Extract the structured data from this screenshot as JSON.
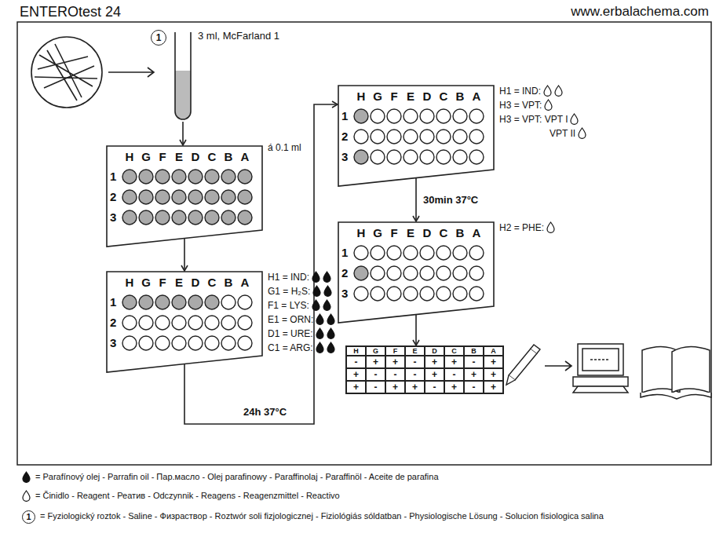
{
  "diagram": {
    "title": "ENTEROtest 24",
    "nodes": [
      {
        "text": [
          "1",
          "3 ml, McFarland 1"
        ]
      },
      {
        "text": [
          "H",
          "G",
          "F",
          "E",
          "D",
          "C",
          "B",
          "A",
          "1",
          "2",
          "3",
          "á 0.1 ml"
        ]
      },
      {
        "text": [
          "H",
          "G",
          "F",
          "E",
          "D",
          "C",
          "B",
          "A",
          "1",
          "2",
          "3",
          "H1 = IND:",
          "G1 = H₂S:",
          "F1 = LYS:",
          "E1 = ORN:",
          "D1 = URE:",
          "C1 = ARG:"
        ]
      },
      {
        "text": [
          "H",
          "G",
          "F",
          "E",
          "D",
          "C",
          "B",
          "A",
          "1",
          "2",
          "3",
          "H1 = IND:",
          "H3 = VPT:",
          "H3 = VPT: VPT I",
          "VPT II"
        ]
      },
      {
        "text": [
          "H",
          "G",
          "F",
          "E",
          "D",
          "C",
          "B",
          "A",
          "1",
          "2",
          "3",
          "H2 = PHE:"
        ]
      },
      {
        "text": [
          "H",
          "G",
          "F",
          "E",
          "D",
          "C",
          "B",
          "A",
          "-",
          "+",
          "+",
          "-",
          "+",
          "+",
          "-",
          "+",
          "+",
          "-",
          "-",
          "-",
          "+",
          "-",
          "+",
          "+",
          "+",
          "-",
          "+",
          "+",
          "-",
          "+",
          "-",
          "+"
        ]
      }
    ],
    "edges": [
      {
        "from": 0,
        "to": 1,
        "arrow": "to"
      },
      {
        "from": 1,
        "to": 2,
        "arrow": "to"
      },
      {
        "from": 2,
        "to": 3,
        "arrow": "to",
        "label": "24h 37°C"
      },
      {
        "from": 3,
        "to": 4,
        "arrow": "to",
        "label": "30min 37°C"
      },
      {
        "from": 4,
        "to": 5,
        "arrow": "to"
      }
    ],
    "labels": [
      "www.erbalachema.com",
      "1"
    ],
    "legend": [
      {
        "text": "= Parafínový olej - Parrafin oil - Пар.масло - Olej parafinowy - Paraffinolaj - Paraffinöl - Aceite de parafina"
      },
      {
        "text": "= Činidlo - Reagent - Реатив - Odczynnik - Reagens - Reagenzmittel - Reactivo"
      },
      {
        "text": "= Fyziologický roztok - Saline - Физраствор - Roztwór soli fizjologicznej - Fiziológiás sóldatban - Physiologische Lösung - Solucion fisiologica salina"
      }
    ]
  }
}
